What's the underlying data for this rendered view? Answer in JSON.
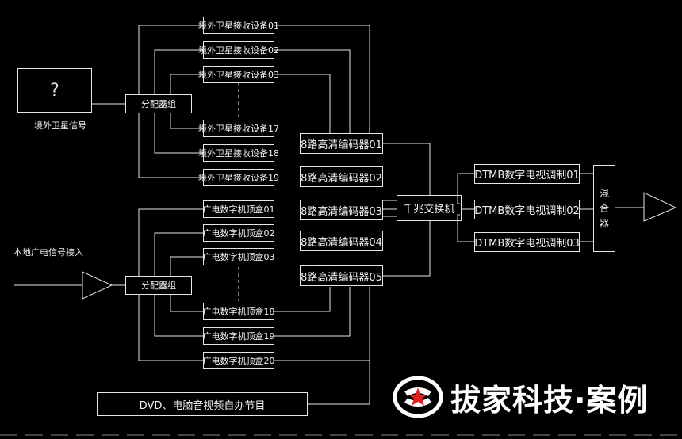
{
  "sources": {
    "overseas_satellite": {
      "symbol": "?",
      "label": "境外卫星信号"
    },
    "local_broadcast": {
      "label": "本地广电信号接入"
    }
  },
  "splitters": {
    "top": "分配器组",
    "bottom": "分配器组"
  },
  "satellite_receivers": [
    "境外卫星接收设备01",
    "境外卫星接收设备02",
    "境外卫星接收设备03",
    "境外卫星接收设备17",
    "境外卫星接收设备18",
    "境外卫星接收设备19"
  ],
  "set_top_boxes": [
    "广电数字机顶盒01",
    "广电数字机顶盒02",
    "广电数字机顶盒03",
    "广电数字机顶盒18",
    "广电数字机顶盒19",
    "广电数字机顶盒20"
  ],
  "encoders": [
    "8路高清编码器01",
    "8路高清编码器02",
    "8路高清编码器03",
    "8路高清编码器04",
    "8路高清编码器05"
  ],
  "switch": "千兆交换机",
  "modulators": [
    "DTMB数字电视调制01",
    "DTMB数字电视调制02",
    "DTMB数字电视调制03"
  ],
  "mixer": [
    "混",
    "合",
    "器"
  ],
  "dvd_source": "DVD、电脑音视频自办节目",
  "logo": {
    "brand": "拔家科技·案例",
    "icon": "company-logo-icon"
  },
  "colors": {
    "background": "#000000",
    "line": "#e6e6e6",
    "logo_red": "#e02020"
  }
}
